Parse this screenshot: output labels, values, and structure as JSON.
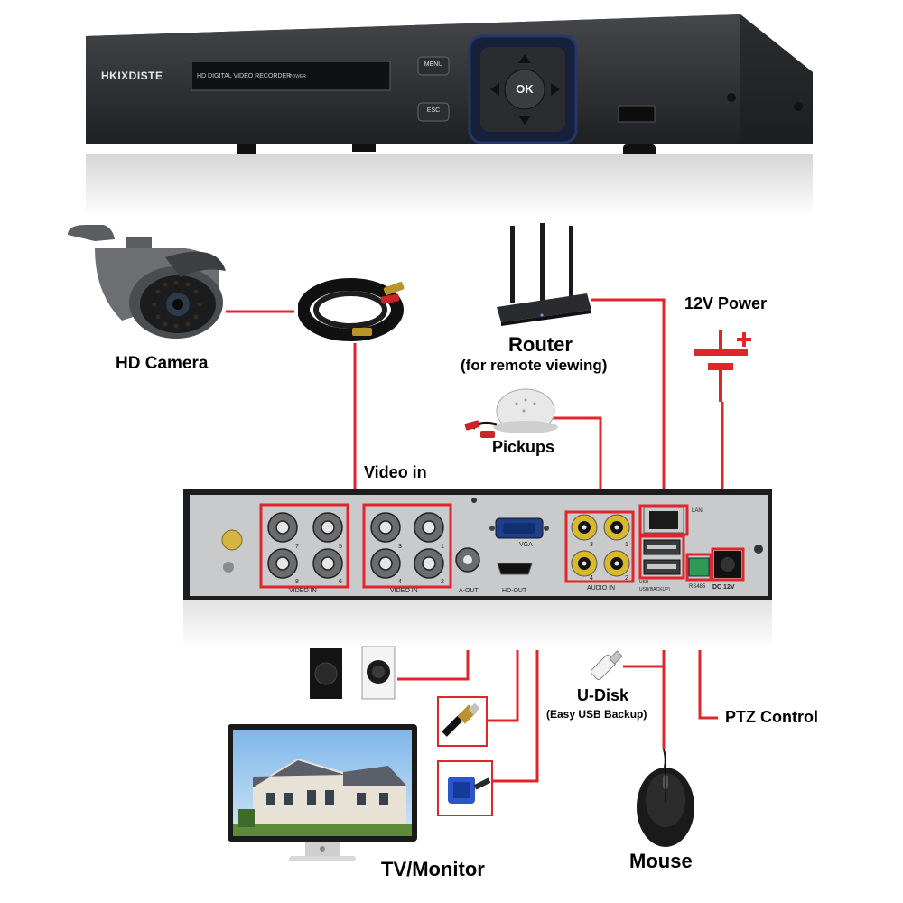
{
  "dvr_front": {
    "brand": "HKIXDISTE",
    "model_text": "HD DIGITAL VIDEO RECORDER",
    "power_text": "POWER",
    "menu_button": "MENU",
    "esc_button": "ESC",
    "ok_button": "OK"
  },
  "labels": {
    "hd_camera": "HD Camera",
    "router": "Router",
    "router_sub": "(for remote viewing)",
    "power": "12V Power",
    "pickups": "Pickups",
    "video_in": "Video in",
    "u_disk": "U-Disk",
    "u_disk_sub": "(Easy USB Backup)",
    "ptz": "PTZ Control",
    "tv": "TV/Monitor",
    "mouse": "Mouse"
  },
  "dvr_back": {
    "video_in_left": "VIDEO IN",
    "video_in_right": "VIDEO IN",
    "ports_left_top": [
      "7",
      "5"
    ],
    "ports_left_bottom": [
      "8",
      "6"
    ],
    "ports_right_top": [
      "3",
      "1"
    ],
    "ports_right_bottom": [
      "4",
      "2"
    ],
    "a_out": "A-OUT",
    "vga": "VGA",
    "hd_out": "HD-OUT",
    "audio_in": "AUDIO IN",
    "audio_top": [
      "3",
      "1"
    ],
    "audio_bottom": [
      "4",
      "2"
    ],
    "lan": "LAN",
    "usb_text": "USB",
    "usb_backup_text": "USB(BACKUP)",
    "rs485": "RS485",
    "dc12v": "DC 12V"
  },
  "colors": {
    "connector_line": "#e0262c",
    "highlight_box": "#e0262c",
    "dvr_body": "#2b2d30",
    "back_panel": "#c9cacc"
  }
}
